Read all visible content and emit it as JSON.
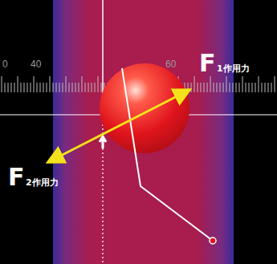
{
  "diagram": {
    "labels": [
      "0",
      "40",
      "60",
      "F",
      "1作用力",
      "F",
      "2作用力"
    ]
  }
}
